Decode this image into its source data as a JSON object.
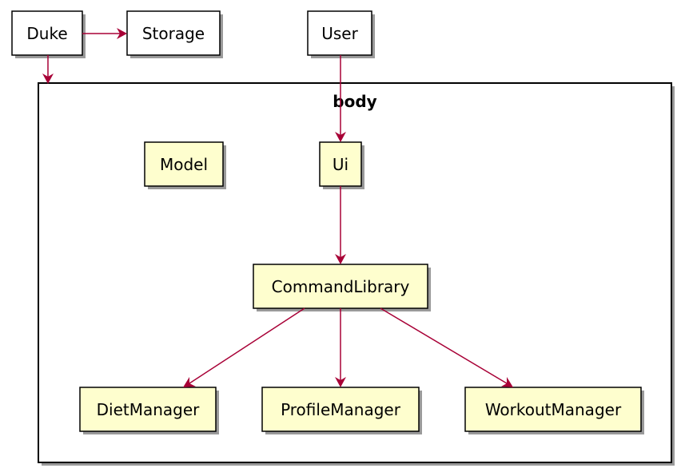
{
  "diagram": {
    "frame_label": "body",
    "nodes": {
      "duke": "Duke",
      "storage": "Storage",
      "user": "User",
      "model": "Model",
      "ui": "Ui",
      "command_library": "CommandLibrary",
      "diet_manager": "DietManager",
      "profile_manager": "ProfileManager",
      "workout_manager": "WorkoutManager"
    },
    "colors": {
      "external_fill": "#ffffff",
      "component_fill": "#fefece",
      "edge": "#a80036",
      "border": "#000000"
    }
  }
}
